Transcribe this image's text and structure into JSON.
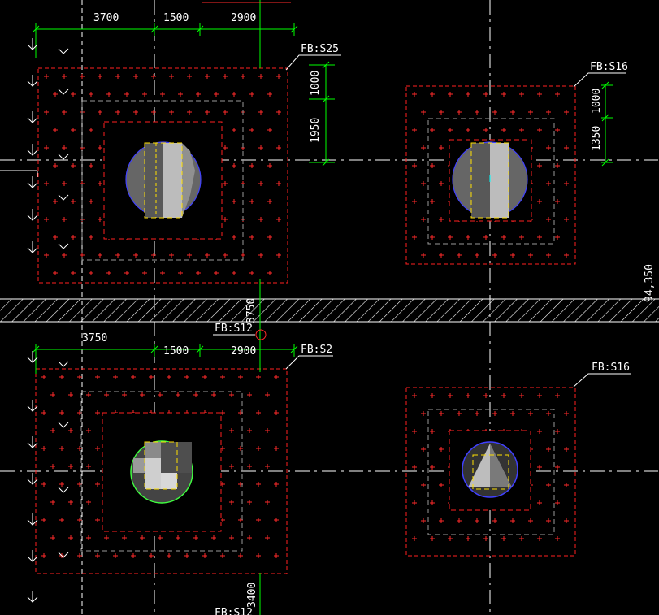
{
  "colors": {
    "background": "#000000",
    "axis": "#ffffff",
    "dimension": "#00ff00",
    "hatch_red": "#ff2020",
    "plus_red": "#ff2a2a",
    "dashed_gray": "#9a9a9a",
    "circle_blue": "#3030ff",
    "circle_green": "#40ff40",
    "column_gray": "#7a7a7a",
    "column_dark": "#505050",
    "column_light": "#b8b8b8",
    "yellow": "#ffe000",
    "break_band": "#ffffff"
  },
  "labels": {
    "top_dim_1": "3700",
    "top_dim_2": "1500",
    "top_dim_3": "2900",
    "tag_tl": "FB:S25",
    "tag_tr": "FB:S16",
    "vdim_tl_1": "1000",
    "vdim_tl_2": "1950",
    "vdim_tr_1": "1000",
    "vdim_tr_2": "1350",
    "side_dim": "94,350",
    "break_dim": "3750",
    "tag_mid": "FB:S12",
    "bot_dim_1": "3750",
    "bot_dim_2": "1500",
    "bot_dim_3": "2900",
    "tag_bl": "FB:S2",
    "tag_br": "FB:S16",
    "vdim_bottom": "3400",
    "tag_bottom_cut": "FB:S12"
  },
  "icons": {
    "footing_tl": "round-column-footing-icon",
    "footing_tr": "round-column-footing-icon",
    "footing_bl": "cross-column-footing-icon",
    "footing_br": "triangle-column-footing-icon"
  }
}
